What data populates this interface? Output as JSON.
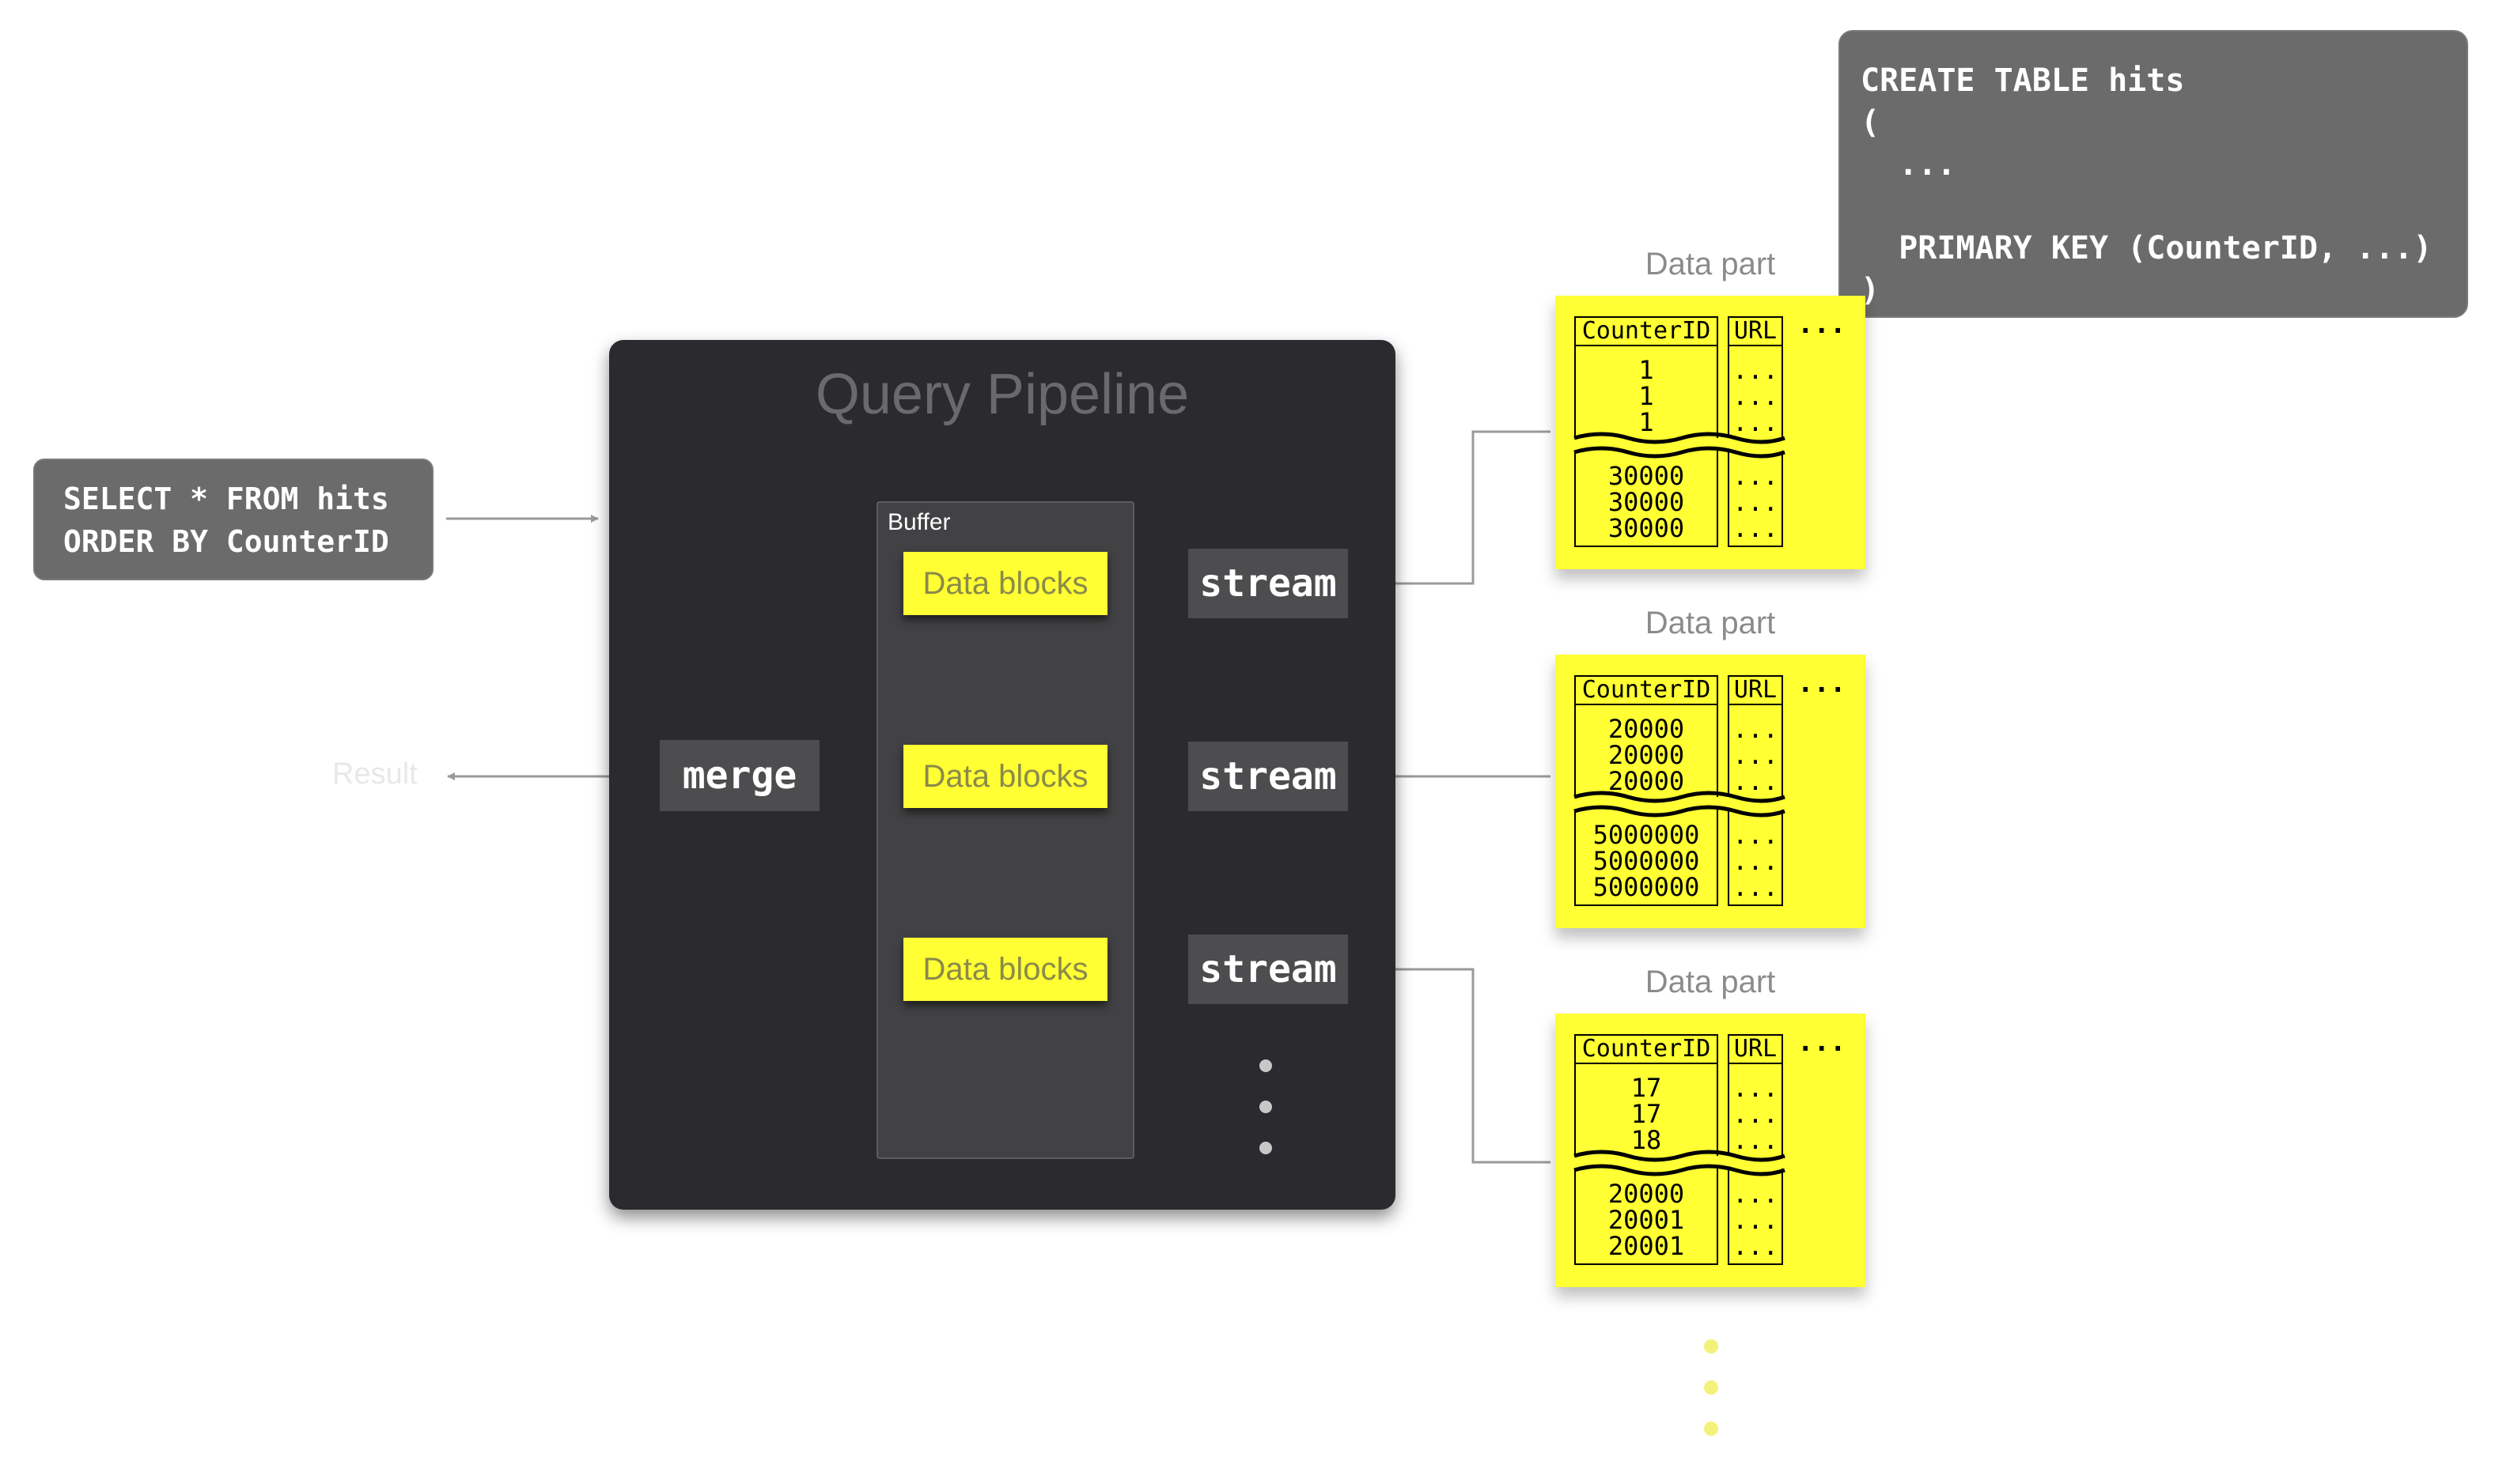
{
  "sql_query": {
    "line1": "SELECT * FROM hits",
    "line2": "ORDER BY CounterID"
  },
  "create_table": {
    "line1": "CREATE TABLE hits",
    "line2": "(",
    "line3": "  ...",
    "line4": "",
    "line5": "  PRIMARY KEY (CounterID, ...)",
    "line6": ")"
  },
  "pipeline": {
    "title": "Query Pipeline",
    "buffer_label": "Buffer",
    "data_block_label": "Data blocks",
    "stream_label": "stream",
    "merge_label": "merge",
    "result_label": "Result"
  },
  "data_parts": [
    {
      "label": "Data part",
      "col1": "CounterID",
      "col2": "URL",
      "more": "...",
      "top_values": [
        "1",
        "1",
        "1"
      ],
      "bottom_values": [
        "30000",
        "30000",
        "30000"
      ],
      "url_values": "..."
    },
    {
      "label": "Data part",
      "col1": "CounterID",
      "col2": "URL",
      "more": "...",
      "top_values": [
        "20000",
        "20000",
        "20000"
      ],
      "bottom_values": [
        "5000000",
        "5000000",
        "5000000"
      ],
      "url_values": "..."
    },
    {
      "label": "Data part",
      "col1": "CounterID",
      "col2": "URL",
      "more": "...",
      "top_values": [
        "17",
        "17",
        "18"
      ],
      "bottom_values": [
        "20000",
        "20001",
        "20001"
      ],
      "url_values": "..."
    }
  ],
  "colors": {
    "part_fill": "#ffff33",
    "pipeline_bg": "#2b2b2f",
    "sql_box_bg": "#6b6b6b",
    "wire": "#9a9a9a"
  }
}
